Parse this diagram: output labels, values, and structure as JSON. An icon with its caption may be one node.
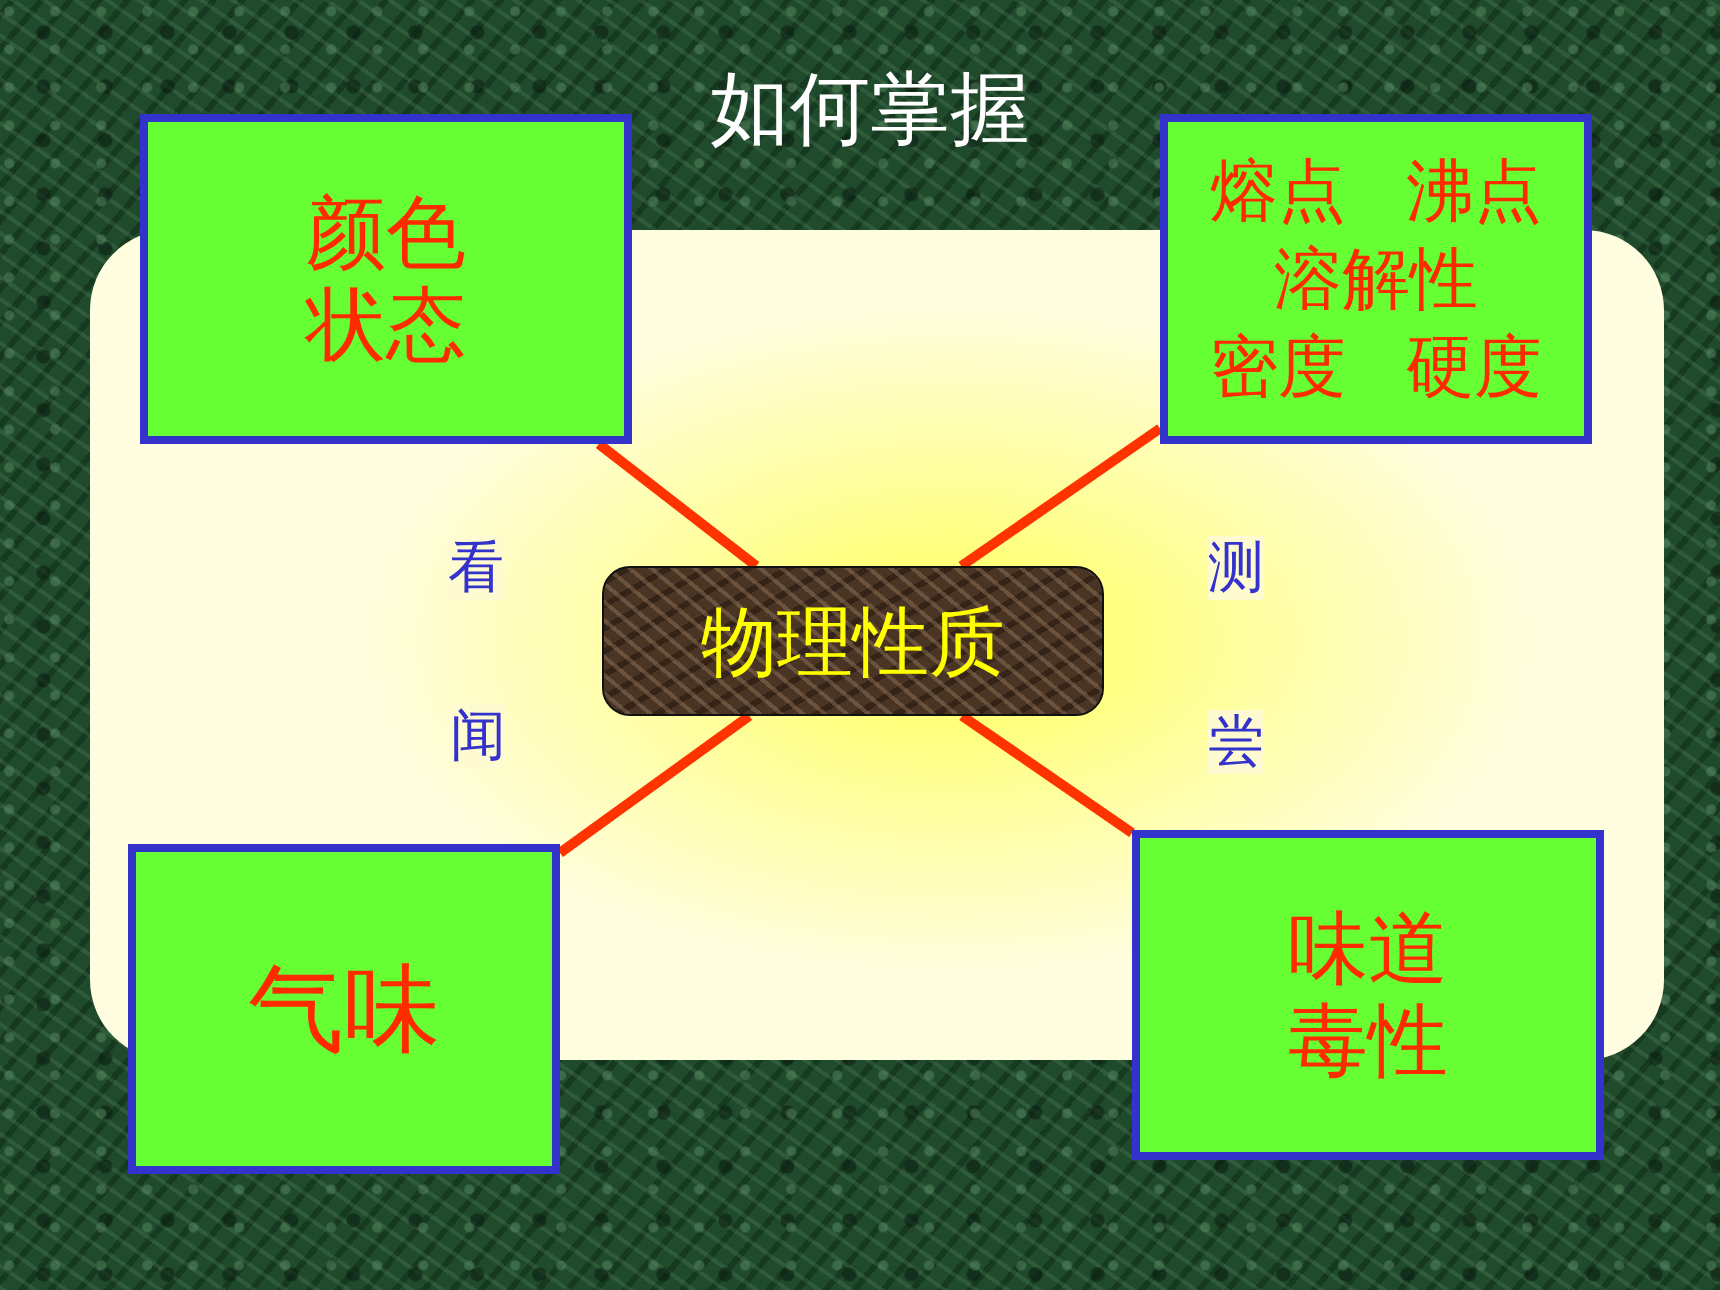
{
  "diagram": {
    "title": "如何掌握",
    "nodes": [
      {
        "text": [
          "颜色",
          "状态"
        ]
      },
      {
        "text": [
          "熔点",
          "沸点",
          "溶解性",
          "密度",
          "硬度"
        ]
      },
      {
        "text": [
          "物理性质"
        ]
      },
      {
        "text": [
          "气味"
        ]
      },
      {
        "text": [
          "味道",
          "毒性"
        ]
      }
    ],
    "edges": [
      {
        "from": 2,
        "to": 0,
        "arrow": "none",
        "label": "看"
      },
      {
        "from": 2,
        "to": 1,
        "arrow": "none",
        "label": "测"
      },
      {
        "from": 2,
        "to": 3,
        "arrow": "none",
        "label": "闻"
      },
      {
        "from": 2,
        "to": 4,
        "arrow": "none",
        "label": "尝"
      }
    ]
  }
}
